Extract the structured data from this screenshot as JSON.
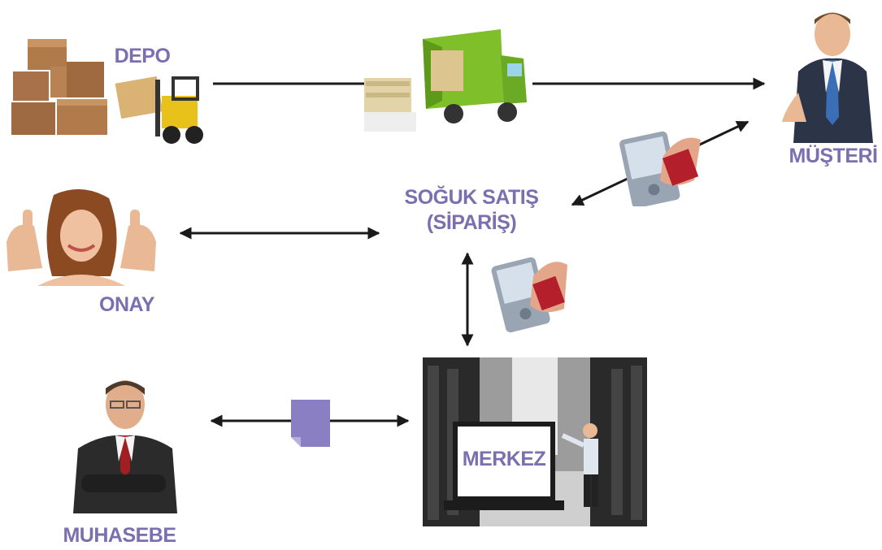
{
  "nodes": {
    "depo": {
      "label": "DEPO"
    },
    "musteri": {
      "label": "MÜŞTERİ"
    },
    "soguk_satis": {
      "line1": "SOĞUK SATIŞ",
      "line2": "(SİPARİŞ)"
    },
    "onay": {
      "label": "ONAY"
    },
    "merkez": {
      "label": "MERKEZ"
    },
    "muhasebe": {
      "label": "MUHASEBE"
    }
  },
  "colors": {
    "label": "#7b6fb0",
    "arrow": "#1a1a1a",
    "document": "#8a7fc2"
  },
  "icons": [
    "boxes-icon",
    "forklift-icon",
    "truck-icon",
    "businessman-handshake-icon",
    "woman-thumbs-up-icon",
    "handheld-device-icon",
    "server-room-laptop-icon",
    "businessman-arms-crossed-icon",
    "document-icon"
  ]
}
